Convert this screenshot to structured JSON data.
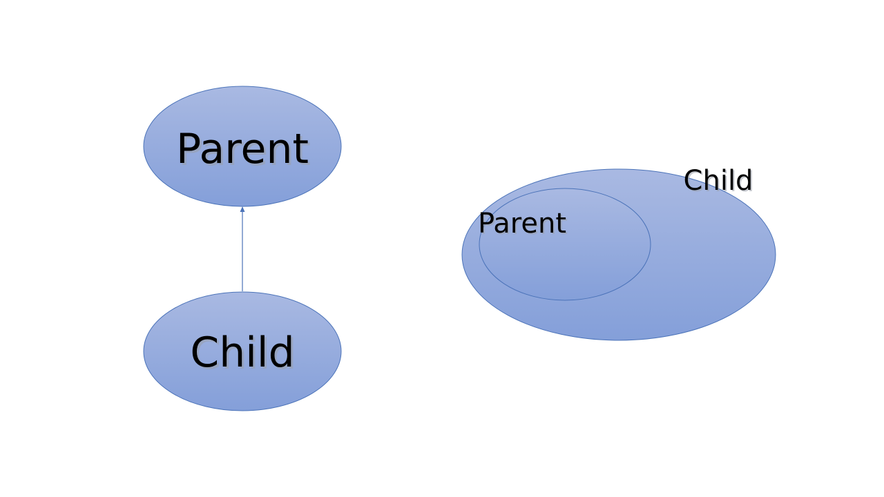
{
  "hierarchy_diagram": {
    "parent_label": "Parent",
    "child_label": "Child"
  },
  "nested_diagram": {
    "outer_label": "Child",
    "inner_label": "Parent"
  },
  "colors": {
    "ellipse_fill_top": "#a9b9e2",
    "ellipse_fill_bottom": "#849fd9",
    "ellipse_stroke": "#4a72b8",
    "arrow": "#4a72b8",
    "text": "#000000"
  }
}
